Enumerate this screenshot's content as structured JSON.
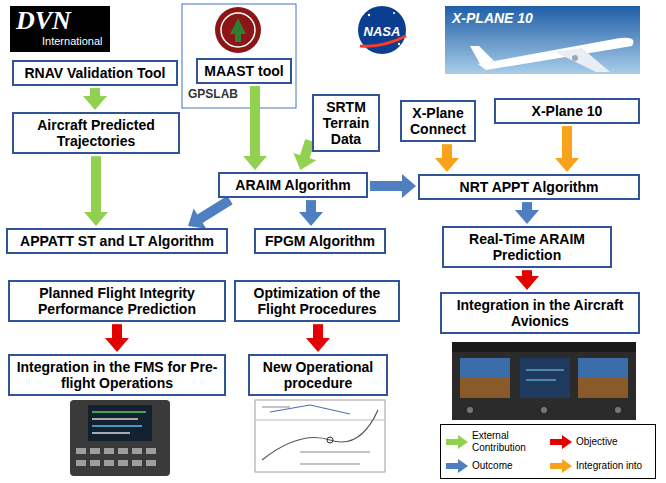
{
  "diagram": {
    "nodes": [
      {
        "text": [
          "RNAV Validation Tool"
        ]
      },
      {
        "text": [
          "MAAST tool"
        ]
      },
      {
        "text": [
          "SRTM Terrain Data"
        ]
      },
      {
        "text": [
          "X-Plane Connect"
        ]
      },
      {
        "text": [
          "X-Plane 10"
        ]
      },
      {
        "text": [
          "Aircraft Predicted Trajectories"
        ]
      },
      {
        "text": [
          "ARAIM Algorithm"
        ]
      },
      {
        "text": [
          "NRT APPT Algorithm"
        ]
      },
      {
        "text": [
          "APPATT ST and LT Algorithm"
        ]
      },
      {
        "text": [
          "FPGM Algorithm"
        ]
      },
      {
        "text": [
          "Real-Time ARAIM Prediction"
        ]
      },
      {
        "text": [
          "Planned Flight Integrity Performance Prediction"
        ]
      },
      {
        "text": [
          "Optimization of the Flight Procedures"
        ]
      },
      {
        "text": [
          "Integration in the Aircraft Avionics"
        ]
      },
      {
        "text": [
          "Integration in the FMS for Pre-flight Operations"
        ]
      },
      {
        "text": [
          "New Operational procedure"
        ]
      }
    ],
    "edges": [
      {
        "from": 0,
        "to": 5,
        "arrow": "to"
      },
      {
        "from": 1,
        "to": 6,
        "arrow": "to"
      },
      {
        "from": 2,
        "to": 6,
        "arrow": "to"
      },
      {
        "from": 5,
        "to": 8,
        "arrow": "to"
      },
      {
        "from": 3,
        "to": 7,
        "arrow": "to"
      },
      {
        "from": 4,
        "to": 7,
        "arrow": "to"
      },
      {
        "from": 6,
        "to": 8,
        "arrow": "to"
      },
      {
        "from": 6,
        "to": 9,
        "arrow": "to"
      },
      {
        "from": 6,
        "to": 7,
        "arrow": "to"
      },
      {
        "from": 7,
        "to": 10,
        "arrow": "to"
      },
      {
        "from": 11,
        "to": 14,
        "arrow": "to"
      },
      {
        "from": 12,
        "to": 15,
        "arrow": "to"
      },
      {
        "from": 10,
        "to": 13,
        "arrow": "to"
      }
    ],
    "labels": [
      "DVN",
      "International",
      "GPSLAB",
      "NASA",
      "X-PLANE 10"
    ],
    "legend": [
      {
        "text": "External Contribution"
      },
      {
        "text": "Objective"
      },
      {
        "text": "Outcome"
      },
      {
        "text": "Integration into"
      }
    ]
  }
}
